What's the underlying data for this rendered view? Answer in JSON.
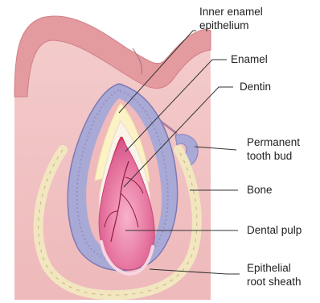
{
  "labels": {
    "inner_enamel_epithelium": [
      "Inner enamel",
      "epithelium"
    ],
    "enamel": "Enamel",
    "dentin": "Dentin",
    "permanent_tooth_bud": [
      "Permanent",
      "tooth bud"
    ],
    "bone": "Bone",
    "dental_pulp": "Dental pulp",
    "epithelial_root_sheath": [
      "Epithelial",
      "root sheath"
    ]
  },
  "colors": {
    "gum_outer": "#d9888e",
    "gum_tissue": "#f2c4c4",
    "oral_epithelium": "#e7a3a6",
    "enamel_organ": "#a9a9d6",
    "enamel": "#fbf4d0",
    "dentin": "#f8f1e4",
    "pulp": "#e56a97",
    "bone": "#f3e9c8",
    "leader_line": "#333333"
  }
}
